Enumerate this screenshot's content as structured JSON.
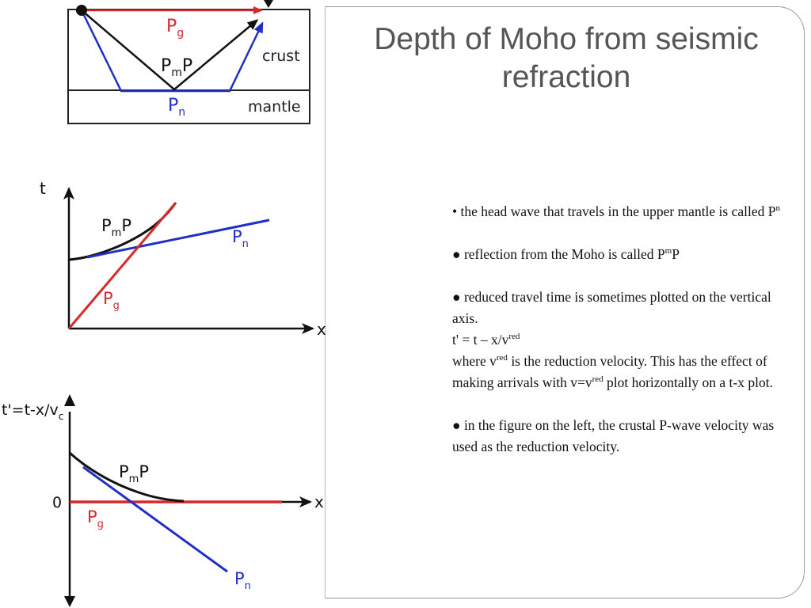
{
  "slide": {
    "title": "Depth of Moho from seismic refraction"
  },
  "diagram": {
    "crust_label": "crust",
    "mantle_label": "mantle",
    "pg": {
      "base": "P",
      "sub": "g"
    },
    "pmp": {
      "base1": "P",
      "sub": "m",
      "base2": "P"
    },
    "pn": {
      "base": "P",
      "sub": "n"
    }
  },
  "plot_tx": {
    "t_axis": "t",
    "x_axis": "x",
    "pmp": {
      "base1": "P",
      "sub": "m",
      "base2": "P"
    },
    "pn": {
      "base": "P",
      "sub": "n"
    },
    "pg": {
      "base": "P",
      "sub": "g"
    }
  },
  "plot_reduced": {
    "y_axis": {
      "base": "t'=t-x/v",
      "sub": "c"
    },
    "x_axis": "x",
    "zero": "0",
    "pmp": {
      "base1": "P",
      "sub": "m",
      "base2": "P"
    },
    "pg": {
      "base": "P",
      "sub": "g"
    },
    "pn": {
      "base": "P",
      "sub": "n"
    }
  },
  "bullets": {
    "b1_text": "• the head wave that travels in the upper mantle is called P",
    "b1_sup": "n",
    "b2_text": "● reflection from the Moho is called P",
    "b2_sup": "m",
    "b2_tail": "P",
    "b3_text": "● reduced travel time is sometimes plotted on the vertical axis.",
    "b3_eq": "t' = t – x/v",
    "b3_eq_sup": "red",
    "b3_where": "where v",
    "b3_where_sup": "red",
    "b3_where_text": " is the reduction velocity. This has the effect of making arrivals with v=v",
    "b3_where_sup2": "red",
    "b3_where_tail": " plot horizontally on a t-x plot.",
    "b4_text": "● in the figure on the left, the crustal P-wave velocity was used as the reduction velocity."
  },
  "colors": {
    "red": "#d42a2a",
    "blue": "#1e2fc8",
    "black": "#111111",
    "title": "#555555"
  }
}
